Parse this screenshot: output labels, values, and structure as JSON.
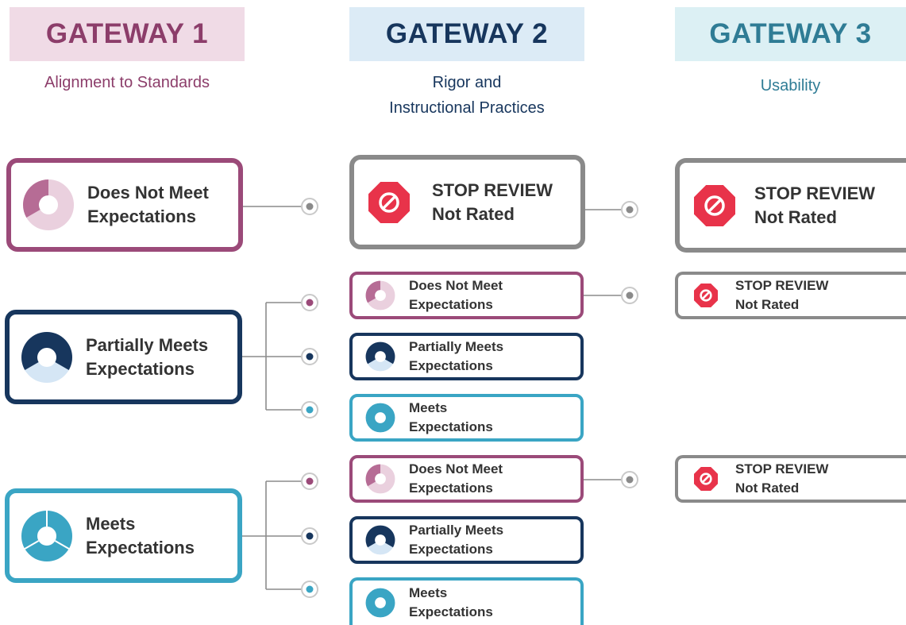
{
  "colors": {
    "plum": "#9b4a79",
    "navy": "#17365d",
    "teal": "#3aa5c4",
    "gray": "#8a8a8a",
    "stop_red": "#e8334a",
    "connector": "#8c8c8c"
  },
  "gateways": [
    {
      "title": "GATEWAY 1",
      "subtitle": [
        "Alignment to Standards"
      ],
      "bg": "#f0dbe6",
      "fg": "#8c3d6a"
    },
    {
      "title": "GATEWAY 2",
      "subtitle": [
        "Rigor and",
        "Instructional Practices"
      ],
      "bg": "#dcebf6",
      "fg": "#17365d"
    },
    {
      "title": "GATEWAY 3",
      "subtitle": [
        "Usability"
      ],
      "bg": "#dcf0f4",
      "fg": "#2f7c95"
    }
  ],
  "ratings": {
    "does_not_meet": [
      "Does Not Meet",
      "Expectations"
    ],
    "partially_meets": [
      "Partially Meets",
      "Expectations"
    ],
    "meets": [
      "Meets",
      "Expectations"
    ],
    "stop_review": [
      "STOP REVIEW",
      "Not Rated"
    ]
  },
  "icons": {
    "does_not_meet": "donut-one-third-icon",
    "partially_meets": "donut-two-thirds-icon",
    "meets": "donut-full-icon",
    "stop_review": "stop-sign-icon"
  }
}
